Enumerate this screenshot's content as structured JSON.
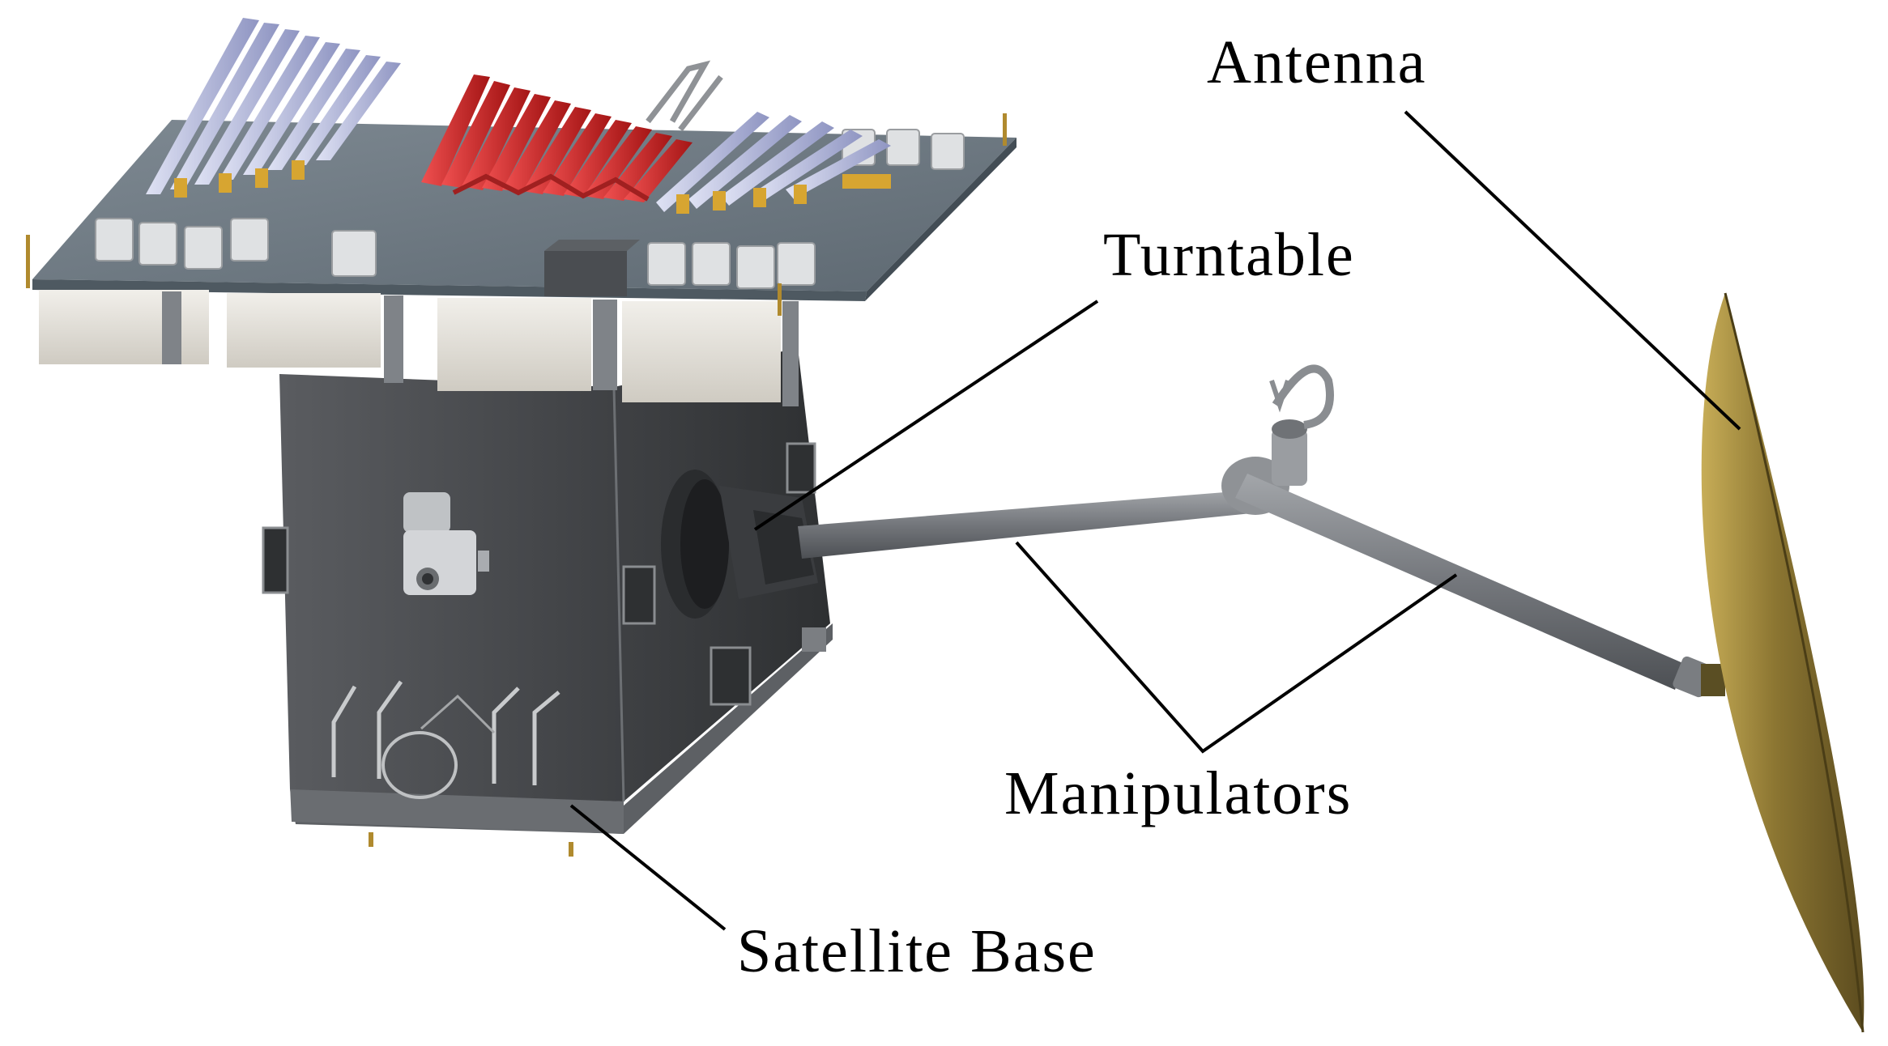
{
  "labels": {
    "antenna": "Antenna",
    "turntable": "Turntable",
    "manipulators": "Manipulators",
    "satellite_base": "Satellite Base"
  },
  "colors": {
    "background": "#ffffff",
    "panel_top": "#6f7b85",
    "body_dark": "#4a4c4f",
    "array_red": "#cc2222",
    "array_blue": "#b8bde0",
    "array_gold": "#d7a531",
    "dish_gold": "#8a7530",
    "arm_gray": "#7d8085",
    "leader": "#000000"
  }
}
